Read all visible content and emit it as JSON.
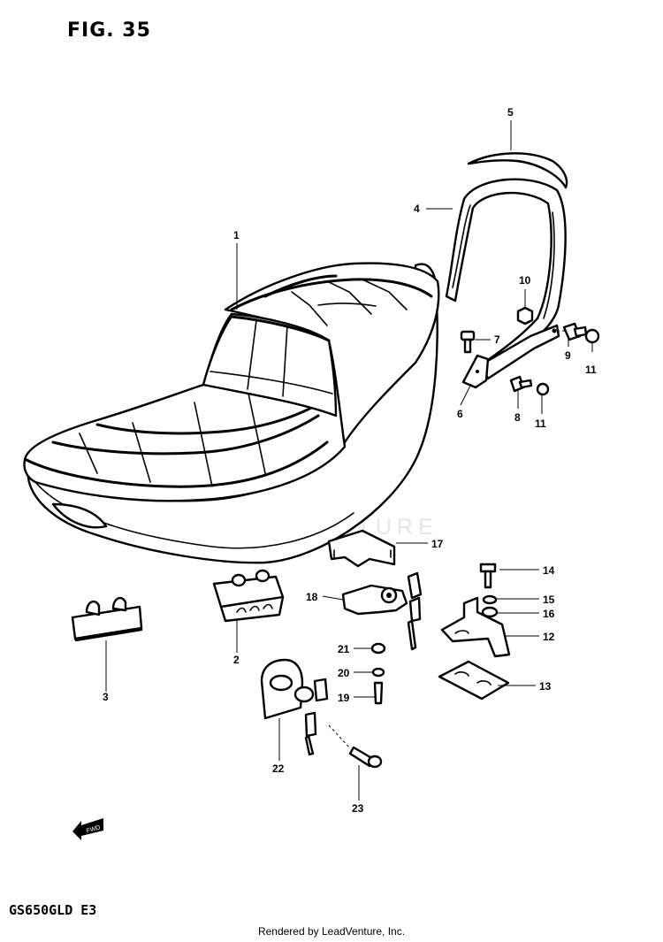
{
  "figure": {
    "title": "FIG. 35",
    "model_code": "GS650GLD  E3",
    "footer": "Rendered by LeadVenture, Inc.",
    "watermark": "LEADVENTURE",
    "direction_tag": "FWD"
  },
  "callouts": [
    {
      "id": "c1",
      "label": "1"
    },
    {
      "id": "c2",
      "label": "2"
    },
    {
      "id": "c3",
      "label": "3"
    },
    {
      "id": "c4",
      "label": "4"
    },
    {
      "id": "c5",
      "label": "5"
    },
    {
      "id": "c6",
      "label": "6"
    },
    {
      "id": "c7",
      "label": "7"
    },
    {
      "id": "c8",
      "label": "8"
    },
    {
      "id": "c9",
      "label": "9"
    },
    {
      "id": "c10",
      "label": "10"
    },
    {
      "id": "c11a",
      "label": "11"
    },
    {
      "id": "c11b",
      "label": "11"
    },
    {
      "id": "c12",
      "label": "12"
    },
    {
      "id": "c13",
      "label": "13"
    },
    {
      "id": "c14",
      "label": "14"
    },
    {
      "id": "c15",
      "label": "15"
    },
    {
      "id": "c16",
      "label": "16"
    },
    {
      "id": "c17",
      "label": "17"
    },
    {
      "id": "c18",
      "label": "18"
    },
    {
      "id": "c19",
      "label": "19"
    },
    {
      "id": "c20",
      "label": "20"
    },
    {
      "id": "c21",
      "label": "21"
    },
    {
      "id": "c22",
      "label": "22"
    },
    {
      "id": "c23",
      "label": "23"
    }
  ]
}
